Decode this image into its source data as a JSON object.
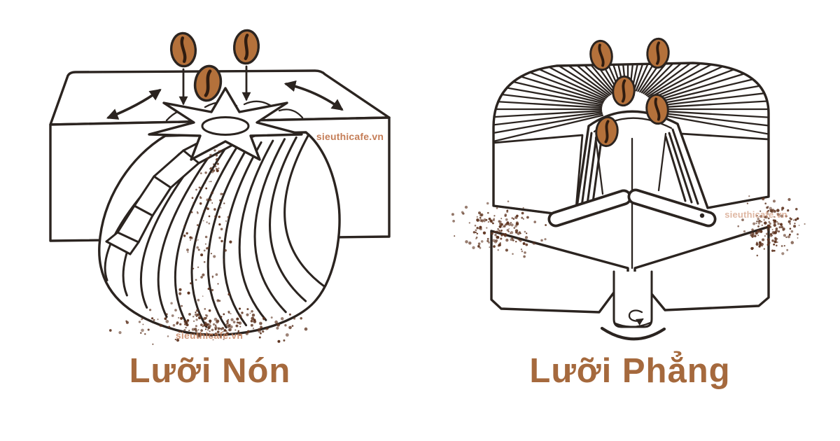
{
  "colors": {
    "ink": "#2b2420",
    "bean": "#b4713b",
    "beanCrease": "#2f1c10",
    "grounds": "#5e3420",
    "label": "#a5693d",
    "watermark": "#c57e58",
    "bg": "#ffffff"
  },
  "watermark": {
    "text": "sieuthicafe.vn"
  },
  "panels": {
    "conical": {
      "label": "Lưỡi Nón"
    },
    "flat": {
      "label": "Lưỡi Phẳng"
    }
  }
}
